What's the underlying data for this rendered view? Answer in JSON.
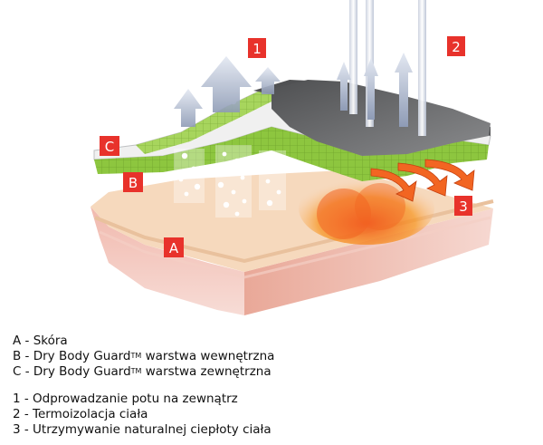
{
  "badges": {
    "a": "A",
    "b": "B",
    "c": "C",
    "n1": "1",
    "n2": "2",
    "n3": "3"
  },
  "legend_layers": [
    {
      "prefix": "A - Skóra",
      "brand": "",
      "tm": "",
      "suffix": ""
    },
    {
      "prefix": "B - ",
      "brand": "Dry Body Guard",
      "tm": "TM",
      "suffix": " warstwa wewnętrzna"
    },
    {
      "prefix": "C - ",
      "brand": "Dry Body Guard",
      "tm": "TM",
      "suffix": " warstwa zewnętrzna"
    }
  ],
  "legend_functions": [
    "1 - Odprowadzanie potu na zewnątrz",
    "2 - Termoizolacja ciała",
    "3 - Utrzymywanie naturalnej ciepłoty ciała"
  ],
  "colors": {
    "badge_red": "#e8322b",
    "skin_pink": "#f2c6bd",
    "skin_top": "#f6dcc0",
    "green_layer": "#8dc63f",
    "grey_layer": "#6d6e70",
    "heat_orange": "#f26522"
  }
}
